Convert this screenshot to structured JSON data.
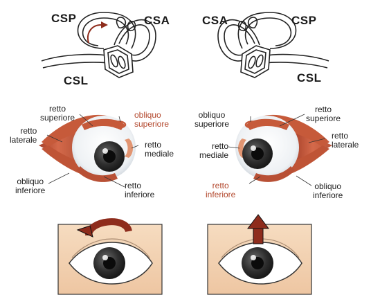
{
  "canal_labels": {
    "left_csp": "CSP",
    "left_csa": "CSA",
    "left_csl": "CSL",
    "right_csa": "CSA",
    "right_csp": "CSP",
    "right_csl": "CSL"
  },
  "left_eye_labels": {
    "retto_superiore": "retto\nsuperiore",
    "obliquo_superiore": "obliquo\nsuperiore",
    "retto_laterale": "retto\nlaterale",
    "retto_mediale": "retto\nmediale",
    "obliquo_inferiore": "obliquo\ninferiore",
    "retto_inferiore": "retto\ninferiore"
  },
  "right_eye_labels": {
    "obliquo_superiore": "obliquo\nsuperiore",
    "retto_superiore": "retto\nsuperiore",
    "retto_laterale": "retto\nlaterale",
    "retto_mediale": "retto\nmediale",
    "retto_inferiore": "retto\ninferiore",
    "obliquo_inferiore": "obliquo\ninferiore"
  },
  "colors": {
    "muscle": "#c65a3a",
    "highlight_label": "#b2462b",
    "arrow": "#8e2c1c",
    "skin": "#f2d1b0"
  }
}
